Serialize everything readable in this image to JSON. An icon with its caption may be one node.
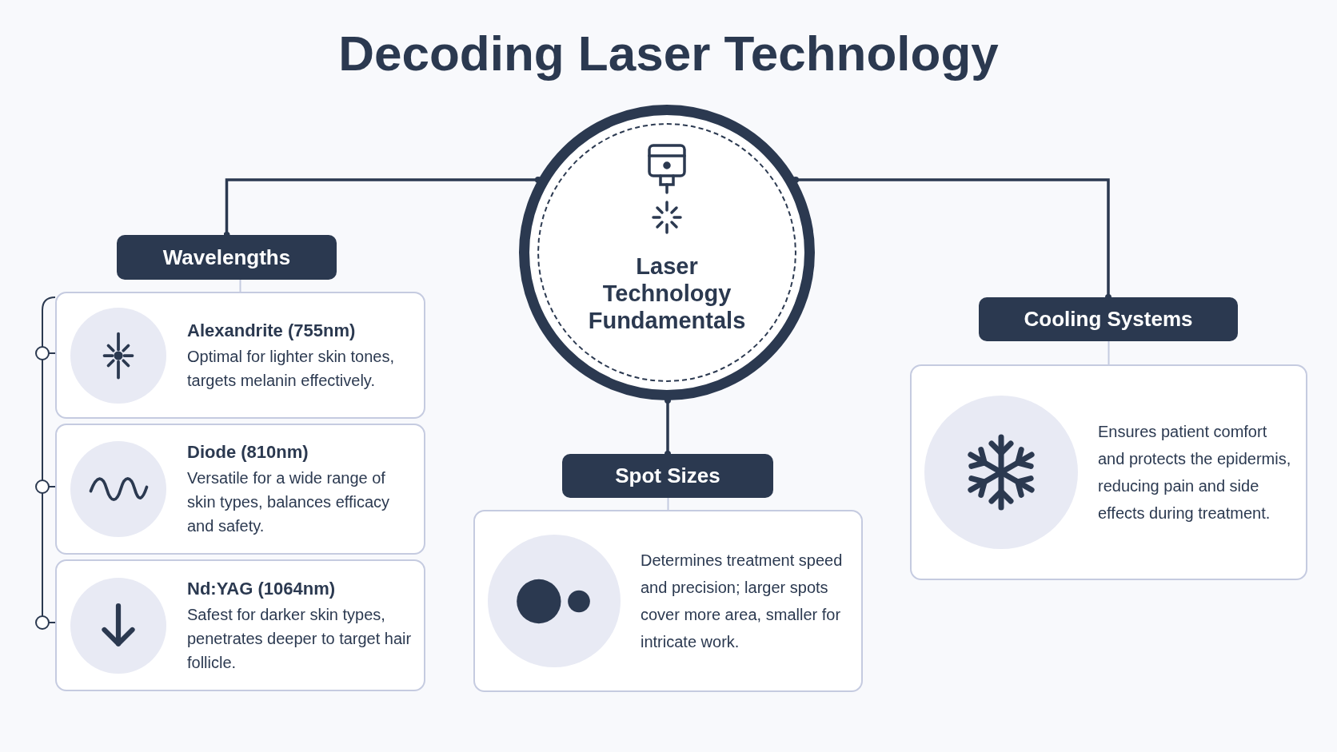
{
  "diagram": {
    "title": "Decoding Laser Technology",
    "nodes": [
      {
        "text": [
          "Laser Technology Fundamentals"
        ]
      },
      {
        "text": [
          "Wavelengths"
        ]
      },
      {
        "text": [
          "Alexandrite (755nm)",
          "Optimal for lighter skin tones, targets melanin effectively."
        ]
      },
      {
        "text": [
          "Diode (810nm)",
          "Versatile for a wide range of skin types, balances efficacy and safety."
        ]
      },
      {
        "text": [
          "Nd:YAG (1064nm)",
          "Safest for darker skin types, penetrates deeper to target hair follicle."
        ]
      },
      {
        "text": [
          "Spot Sizes"
        ]
      },
      {
        "text": [
          "Determines treatment speed and precision; larger spots cover more area, smaller for intricate work."
        ]
      },
      {
        "text": [
          "Cooling Systems"
        ]
      },
      {
        "text": [
          "Ensures patient comfort and protects the epidermis, reducing pain and side effects during treatment."
        ]
      }
    ],
    "edges": [
      {
        "from": 0,
        "to": 1,
        "arrow": "other"
      },
      {
        "from": 0,
        "to": 7,
        "arrow": "other"
      },
      {
        "from": 0,
        "to": 5,
        "arrow": "other"
      },
      {
        "from": 1,
        "to": 2,
        "arrow": "none",
        "color": "#c5cbe0"
      },
      {
        "from": 5,
        "to": 6,
        "arrow": "none",
        "color": "#c5cbe0"
      },
      {
        "from": 7,
        "to": 8,
        "arrow": "none",
        "color": "#c5cbe0"
      }
    ]
  }
}
